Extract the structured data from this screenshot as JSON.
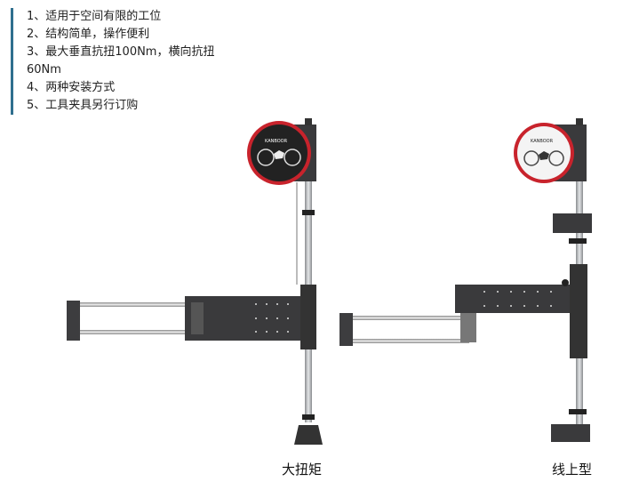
{
  "features": [
    "1、适用于空间有限的工位",
    "2、结构简单，操作便利",
    "3、最大垂直抗扭100Nm，横向抗扭",
    "60Nm",
    "4、两种安装方式",
    "5、工具夹具另行订购"
  ],
  "products": [
    {
      "label": "大扭矩",
      "brand": "KANBOOR"
    },
    {
      "label": "线上型",
      "brand": "KANBOOR"
    }
  ],
  "colors": {
    "accent_bar": "#2f6f8e",
    "balancer_red": "#c8232c",
    "body_dark": "#3a3a3c"
  }
}
